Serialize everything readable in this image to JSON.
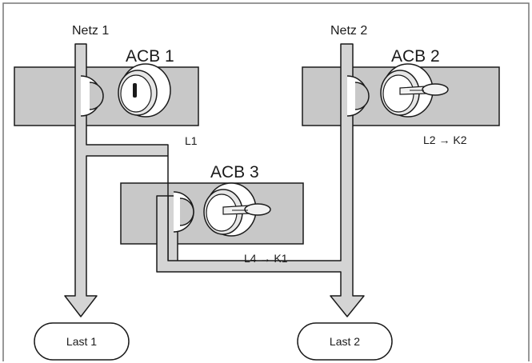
{
  "sources": {
    "netz1": "Netz 1",
    "netz2": "Netz 2"
  },
  "breakers": {
    "acb1": {
      "label": "ACB 1",
      "lock_code": "L1"
    },
    "acb2": {
      "label": "ACB 2",
      "lock_code": "L2 → K2"
    },
    "acb3": {
      "label": "ACB 3",
      "lock_code": "L4 → K1"
    }
  },
  "loads": {
    "last1": "Last 1",
    "last2": "Last 2"
  },
  "colors": {
    "panel": "#c8c8c8",
    "bus": "#d4d4d4",
    "stroke": "#1a1a1a",
    "frame": "#777777",
    "key": "#f2f2f2"
  }
}
